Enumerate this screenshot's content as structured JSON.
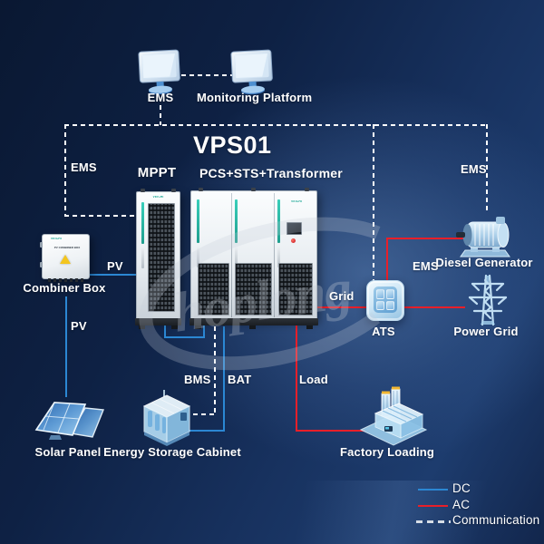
{
  "diagram": {
    "title": "VPS01",
    "watermark": "hoplong"
  },
  "nodes": {
    "ems_monitor": "EMS",
    "monitoring_platform": "Monitoring Platform",
    "mppt": "MPPT",
    "pcs": "PCS+STS+Transformer",
    "combiner_box": "Combiner Box",
    "solar_panel": "Solar Panel",
    "energy_storage_cabinet": "Energy Storage Cabinet",
    "factory_loading": "Factory Loading",
    "ats": "ATS",
    "diesel_generator": "Diesel Generator",
    "power_grid": "Power Grid"
  },
  "device_text": {
    "cabinet_brand": "VEICHI",
    "combiner_panel": "PV COMBINER BOX"
  },
  "edge_labels": {
    "ems_to_mppt": "EMS",
    "ems_to_diesel": "EMS",
    "ems_to_ats": "EMS",
    "pv_combiner_to_mppt": "PV",
    "pv_combiner_to_solar": "PV",
    "bms": "BMS",
    "bat": "BAT",
    "grid": "Grid",
    "load": "Load"
  },
  "legend": [
    {
      "label": "DC",
      "color": "#2b87d3",
      "style": "solid"
    },
    {
      "label": "AC",
      "color": "#e81f29",
      "style": "solid"
    },
    {
      "label": "Communication",
      "color": "#ffffff",
      "style": "dashed"
    }
  ]
}
